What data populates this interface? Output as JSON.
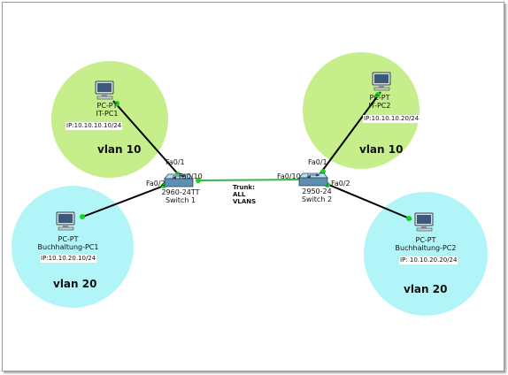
{
  "colors": {
    "vlan10_fill": "#c6ee8a",
    "vlan20_fill": "#b2f5f8",
    "link": "#000000",
    "trunk_link": "#39b54a",
    "port_dot": "#19d219"
  },
  "zones": [
    {
      "id": "z1",
      "label": "vlan 10"
    },
    {
      "id": "z2",
      "label": "vlan 10"
    },
    {
      "id": "z3",
      "label": "vlan 20"
    },
    {
      "id": "z4",
      "label": "vlan 20"
    }
  ],
  "devices": {
    "it_pc1": {
      "type": "PC-PT",
      "name": "IT-PC1",
      "ip": "IP:10.10.10.10/24",
      "icon": "pc-icon"
    },
    "it_pc2": {
      "type": "PC-PT",
      "name": "IT-PC2",
      "ip": "IP:10.10.10.20/24",
      "icon": "pc-icon"
    },
    "bh_pc1": {
      "type": "PC-PT",
      "name": "Buchhaltung-PC1",
      "ip": "IP:10.10.20.10/24",
      "icon": "pc-icon"
    },
    "bh_pc2": {
      "type": "PC-PT",
      "name": "Buchhaltung-PC2",
      "ip": "IP: 10.10.20.20/24",
      "icon": "pc-icon"
    },
    "switch1": {
      "type": "2960-24TT",
      "name": "Switch 1",
      "icon": "switch-icon"
    },
    "switch2": {
      "type": "2950-24",
      "name": "Switch 2",
      "icon": "switch-icon"
    }
  },
  "ports": {
    "s1_fa01": "Fa0/1",
    "s1_fa02": "Fa0/2",
    "s1_fa010": "Fa0/10",
    "s2_fa010": "Fa0/10",
    "s2_fa01": "Fa0/1",
    "s2_fa02": "Fa0/2"
  },
  "trunk": {
    "line1": "Trunk:",
    "line2": "ALL",
    "line3": "VLANS"
  }
}
